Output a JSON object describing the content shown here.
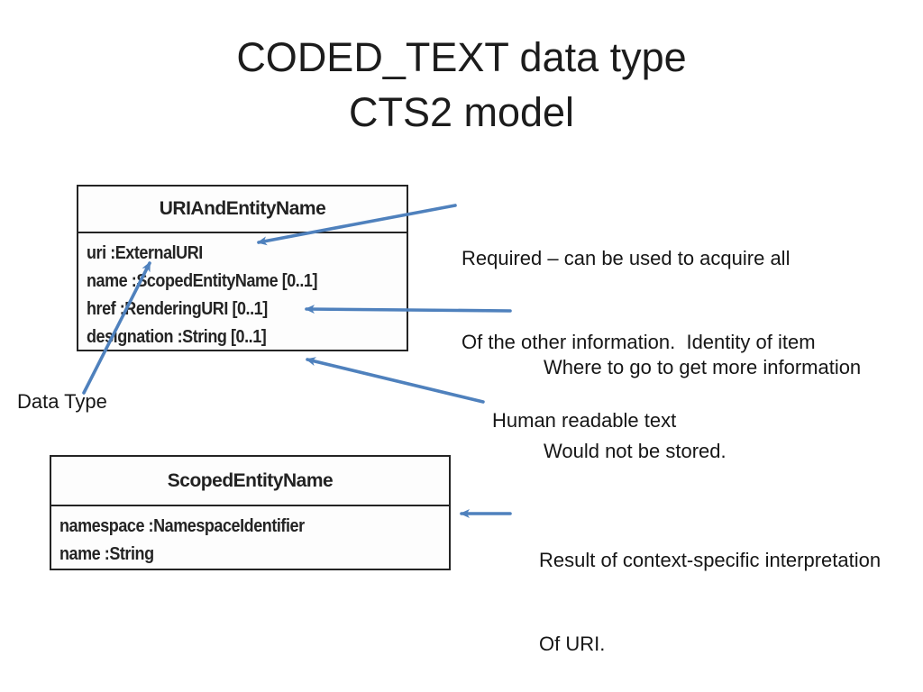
{
  "slide": {
    "title_line1": "CODED_TEXT data type",
    "title_line2": "CTS2 model"
  },
  "uml": {
    "box1": {
      "title": "URIAndEntityName",
      "attributes": [
        "uri :ExternalURI",
        "name :ScopedEntityName [0..1]",
        "href :RenderingURI [0..1]",
        "designation :String [0..1]"
      ]
    },
    "box2": {
      "title": "ScopedEntityName",
      "attributes": [
        "namespace :NamespaceIdentifier",
        "name :String"
      ]
    }
  },
  "annotations": {
    "required_line1": "Required – can be used to acquire all",
    "required_line2": "Of the other information.  Identity of item",
    "where_line1": "Where to go to get more information",
    "where_line2": "Would not be stored.",
    "data_type": "Data Type",
    "human_readable": "Human readable text",
    "result_line1": "Result of context-specific interpretation",
    "result_line2": "Of URI."
  },
  "colors": {
    "arrow": "#4f81bd",
    "text": "#1a1a1a",
    "box_border": "#242424",
    "background": "#ffffff"
  }
}
